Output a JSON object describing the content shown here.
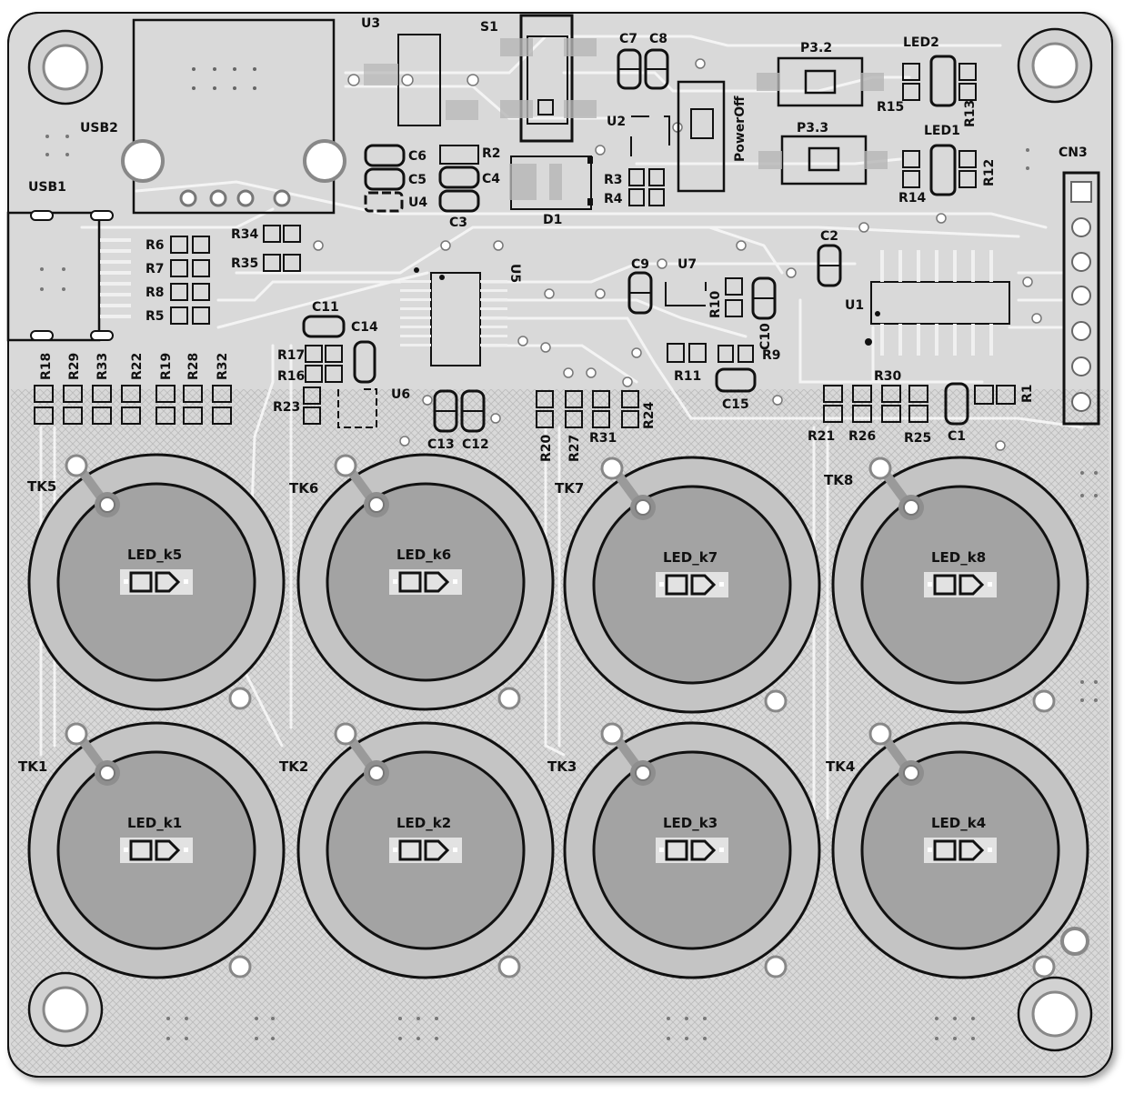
{
  "colors": {
    "board": "#d9d9d9",
    "hatch": "#c6c6c6",
    "pad_outer": "#c4c4c4",
    "pad_inner": "#a3a3a3",
    "silk": "#111111",
    "trace": "#f2f2f2"
  },
  "labels": {
    "U3": "U3",
    "S1": "S1",
    "C7": "C7",
    "C8": "C8",
    "P3_2": "P3.2",
    "LED2": "LED2",
    "USB2": "USB2",
    "C6": "C6",
    "C5": "C5",
    "U4": "U4",
    "R2": "R2",
    "C4": "C4",
    "C3": "C3",
    "D1": "D1",
    "U2": "U2",
    "R3": "R3",
    "R4": "R4",
    "PowerOff": "PowerOff",
    "R15": "R15",
    "R13": "R13",
    "LED1": "LED1",
    "P3_3": "P3.3",
    "R14": "R14",
    "R12": "R12",
    "CN3": "CN3",
    "USB1": "USB1",
    "R6": "R6",
    "R7": "R7",
    "R8": "R8",
    "R5": "R5",
    "R34": "R34",
    "R35": "R35",
    "U5": "U5",
    "C9": "C9",
    "U7": "U7",
    "C2": "C2",
    "U1": "U1",
    "R10": "R10",
    "C10": "C10",
    "C11": "C11",
    "C14": "C14",
    "R17": "R17",
    "R16": "R16",
    "R23": "R23",
    "U6": "U6",
    "R11": "R11",
    "R9": "R9",
    "C15": "C15",
    "R18": "R18",
    "R29": "R29",
    "R33": "R33",
    "R22": "R22",
    "R19": "R19",
    "R28": "R28",
    "R32": "R32",
    "C13": "C13",
    "C12": "C12",
    "R20": "R20",
    "R27": "R27",
    "R31": "R31",
    "R24": "R24",
    "R30": "R30",
    "R21": "R21",
    "R26": "R26",
    "R25": "R25",
    "C1": "C1",
    "R1": "R1"
  },
  "touch_keys": [
    {
      "tk": "TK5",
      "led": "LED_k5"
    },
    {
      "tk": "TK6",
      "led": "LED_k6"
    },
    {
      "tk": "TK7",
      "led": "LED_k7"
    },
    {
      "tk": "TK8",
      "led": "LED_k8"
    },
    {
      "tk": "TK1",
      "led": "LED_k1"
    },
    {
      "tk": "TK2",
      "led": "LED_k2"
    },
    {
      "tk": "TK3",
      "led": "LED_k3"
    },
    {
      "tk": "TK4",
      "led": "LED_k4"
    }
  ]
}
